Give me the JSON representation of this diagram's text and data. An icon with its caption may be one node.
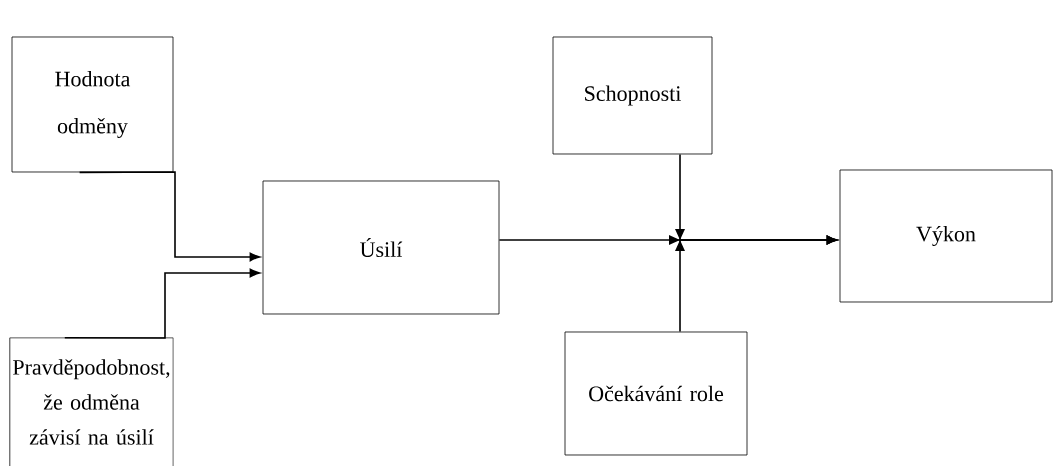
{
  "diagram": {
    "nodes": [
      {
        "text": [
          "Hodnota odměny"
        ]
      },
      {
        "text": [
          "Pravděpodobnost, že odměna závisí na úsilí"
        ]
      },
      {
        "text": [
          "Úsilí"
        ]
      },
      {
        "text": [
          "Schopnosti"
        ]
      },
      {
        "text": [
          "Výkon"
        ]
      },
      {
        "text": [
          "Očekávání role"
        ]
      }
    ],
    "edges": [
      {
        "from": 0,
        "to": 2,
        "arrow": "to"
      },
      {
        "from": 1,
        "to": 2,
        "arrow": "to"
      },
      {
        "from": 2,
        "to": 4,
        "arrow": "to"
      },
      {
        "from": 3,
        "to": 4,
        "arrow": "to"
      },
      {
        "from": 5,
        "to": 4,
        "arrow": "to"
      }
    ]
  }
}
